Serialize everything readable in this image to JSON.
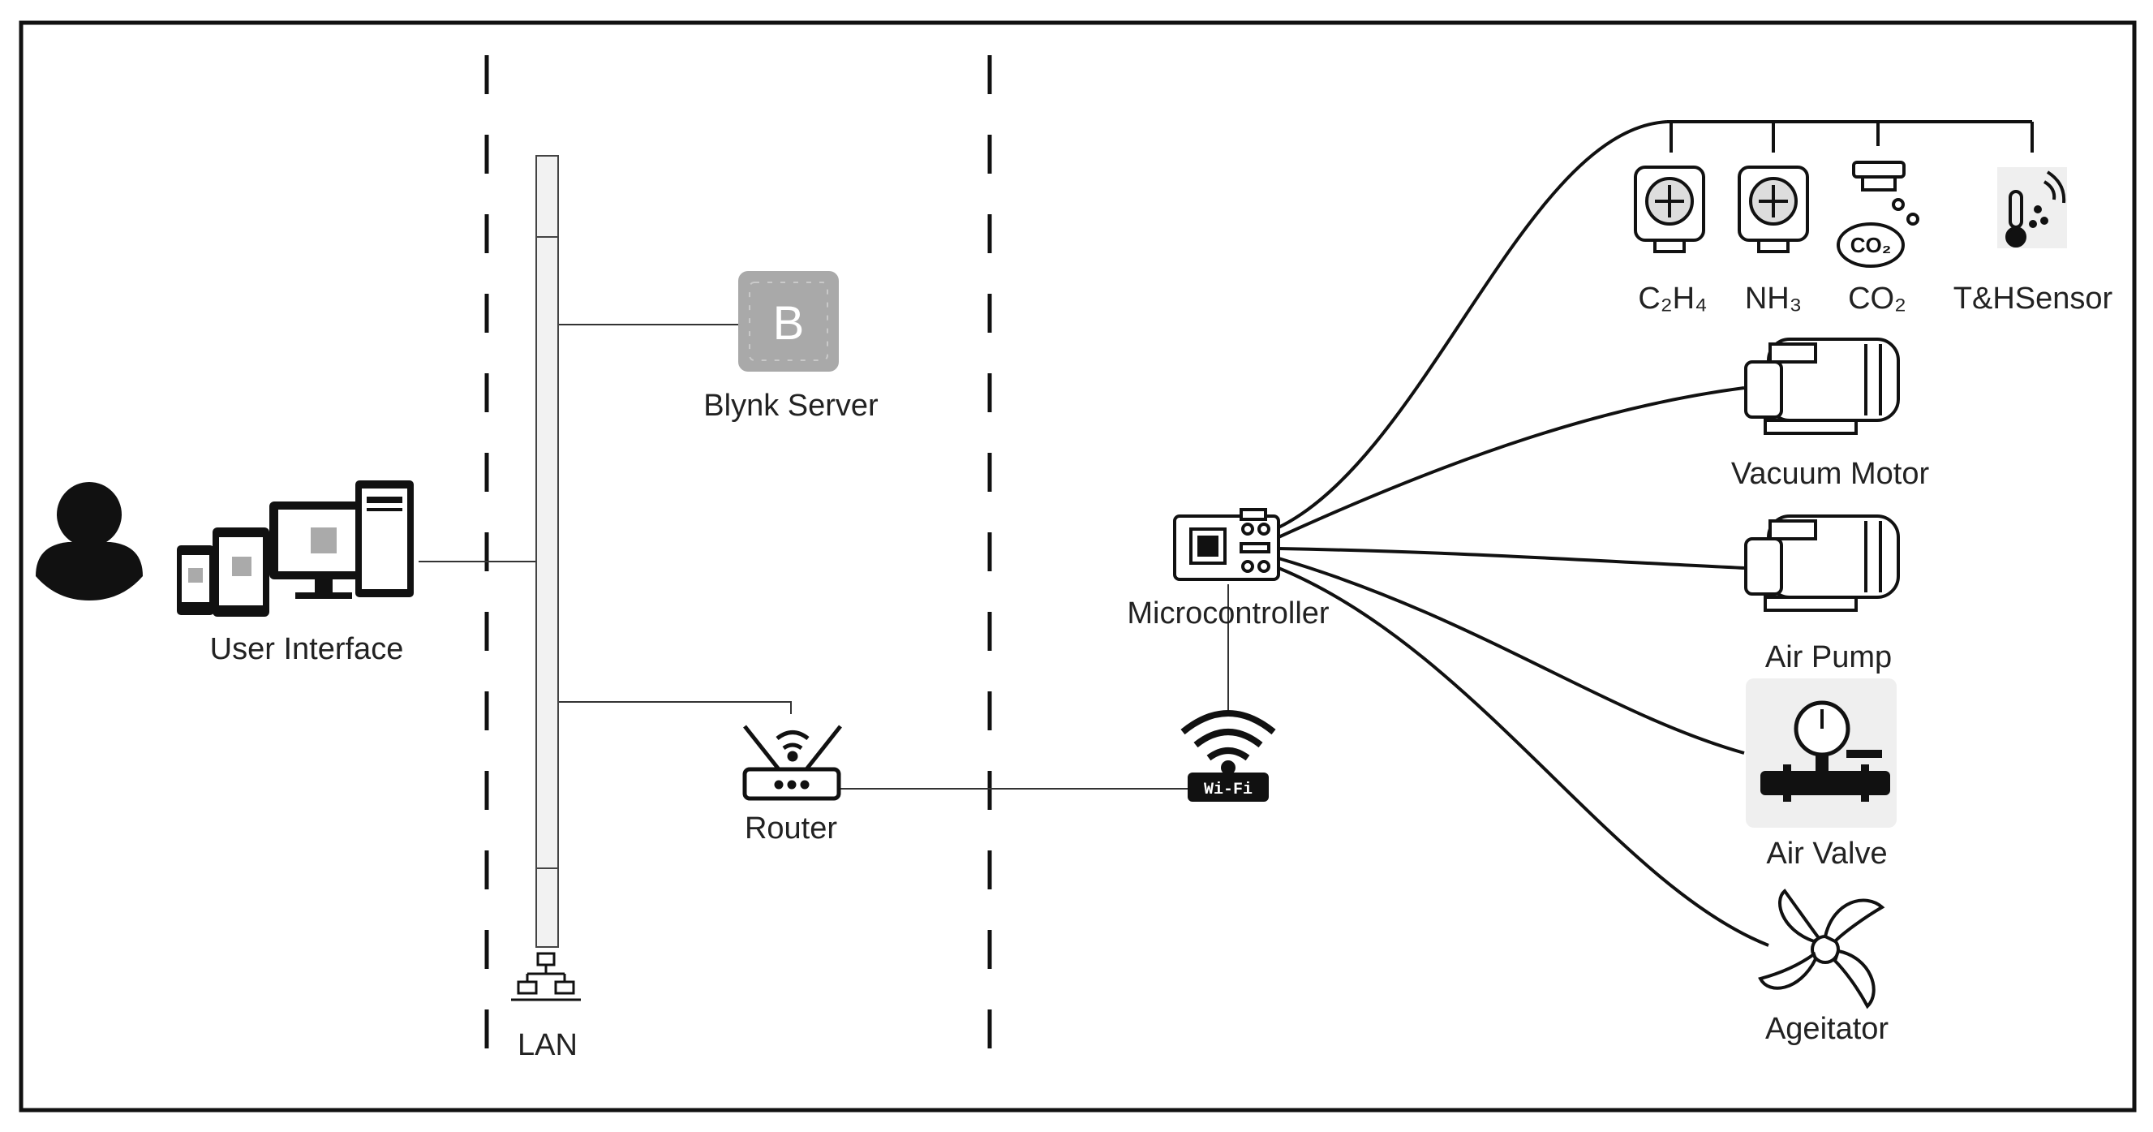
{
  "labels": {
    "user_interface": "User Interface",
    "blynk_server": "Blynk Server",
    "router": "Router",
    "lan": "LAN",
    "microcontroller": "Microcontroller",
    "wifi": "Wi-Fi",
    "blynk_logo": "B"
  },
  "sensors": [
    {
      "label": "C₂H₄",
      "icon": "gas-sensor-icon"
    },
    {
      "label": "NH₃",
      "icon": "gas-sensor-icon"
    },
    {
      "label": "CO₂",
      "icon": "co2-sensor-icon",
      "badge": "CO₂"
    },
    {
      "label": "T&HSensor",
      "icon": "thermometer-icon"
    }
  ],
  "actuators": [
    {
      "label": "Vacuum Motor",
      "icon": "pump-icon"
    },
    {
      "label": "Air Pump",
      "icon": "pump-icon"
    },
    {
      "label": "Air Valve",
      "icon": "valve-gauge-icon"
    },
    {
      "label": "Ageitator",
      "icon": "fan-icon"
    }
  ],
  "colors": {
    "line": "#111111",
    "lan_bus": "#f2f2f2",
    "blynk_tile": "#a9a9a9",
    "valve_tile": "#efefef"
  }
}
